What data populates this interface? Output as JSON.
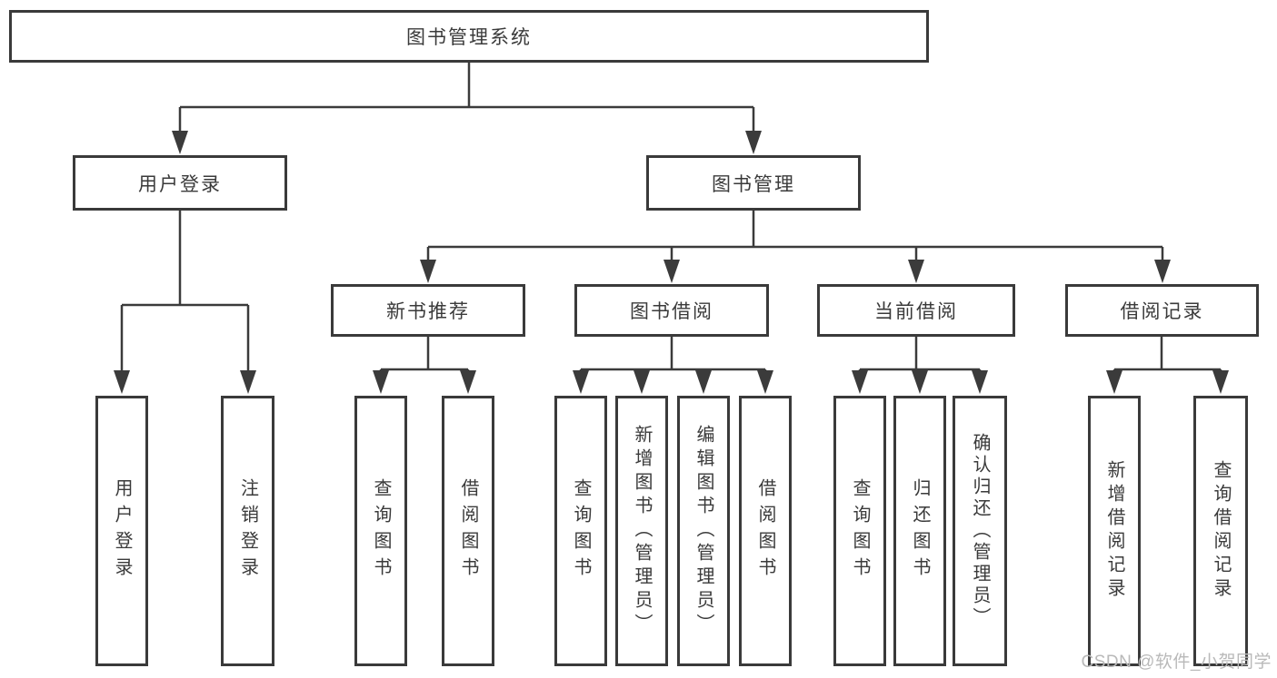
{
  "tree": {
    "root": {
      "label": "图书管理系统"
    },
    "level2": [
      {
        "label": "用户登录",
        "children": [
          "用户登录",
          "注销登录"
        ]
      },
      {
        "label": "图书管理"
      }
    ],
    "level3": [
      {
        "label": "新书推荐",
        "children": [
          "查询图书",
          "借阅图书"
        ]
      },
      {
        "label": "图书借阅",
        "children": [
          "查询图书",
          "新增图书（管理员）",
          "编辑图书（管理员）",
          "借阅图书"
        ]
      },
      {
        "label": "当前借阅",
        "children": [
          "查询图书",
          "归还图书",
          "确认归还（管理员）"
        ]
      },
      {
        "label": "借阅记录",
        "children": [
          "新增借阅记录",
          "查询借阅记录"
        ]
      }
    ]
  },
  "watermark": "CSDN @软件_小贺同学",
  "colors": {
    "line": "#3b3b3b",
    "border": "#3a3a3a",
    "text": "#3a3a3a",
    "background": "#ffffff",
    "watermark": "#b9b9b9"
  }
}
